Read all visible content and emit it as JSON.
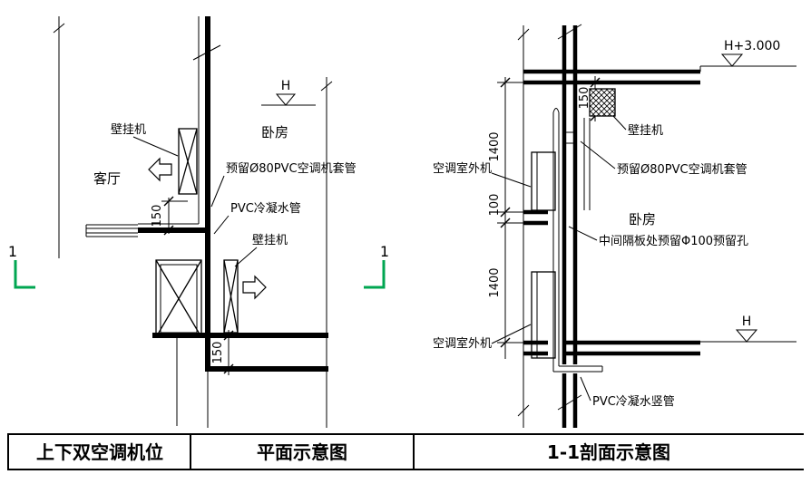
{
  "title_bar": {
    "left": "上下双空调机位",
    "middle": "平面示意图",
    "right": "1-1剖面示意图"
  },
  "plan_view": {
    "living_room": "客厅",
    "bedroom": "卧房",
    "level_mark": "H",
    "wall_unit_top": "壁挂机",
    "wall_unit_bottom": "壁挂机",
    "sleeve_label": "预留Ø80PVC空调机套管",
    "condensate_label": "PVC冷凝水管",
    "dim_top": "150",
    "dim_bottom": "150",
    "section_mark": "1"
  },
  "section_view": {
    "level_top": "H+3.000",
    "level_bottom": "H",
    "wall_unit": "壁挂机",
    "sleeve_label": "预留Ø80PVC空调机套管",
    "outdoor_unit_top": "空调室外机",
    "outdoor_unit_bottom": "空调室外机",
    "bedroom": "卧房",
    "hole_label": "中间隔板处预留Φ100预留孔",
    "condensate_label": "PVC冷凝水竖管",
    "dim_150": "150",
    "dim_1400_top": "1400",
    "dim_100": "100",
    "dim_1400_bottom": "1400"
  },
  "colors": {
    "line": "#000000",
    "section_mark_green": "#00a651",
    "background": "#ffffff"
  }
}
